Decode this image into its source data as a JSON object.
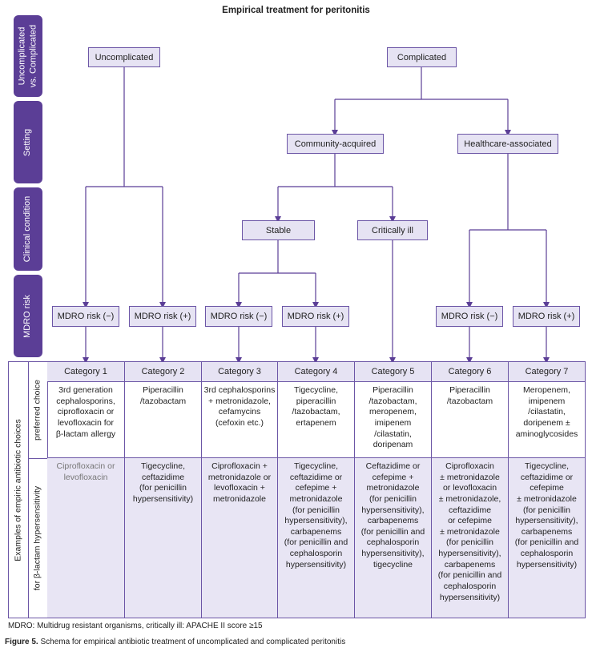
{
  "title": "Empirical treatment for peritonitis",
  "sidebar": {
    "row1": "Uncomplicated\nvs. Complicated",
    "row2": "Setting",
    "row3": "Clinical condition",
    "row4": "MDRO risk"
  },
  "nodes": {
    "uncomplicated": "Uncomplicated",
    "complicated": "Complicated",
    "community": "Community-acquired",
    "healthcare": "Healthcare-associated",
    "stable": "Stable",
    "critically_ill": "Critically ill",
    "mdro": [
      "MDRO risk (−)",
      "MDRO risk (+)",
      "MDRO risk (−)",
      "MDRO risk (+)",
      "MDRO risk (−)",
      "MDRO risk (+)"
    ]
  },
  "table": {
    "outer_label": "Examples of empiric antibiotic choices",
    "row_labels": [
      "preferred choice",
      "for β-lactam hypersensitivity"
    ],
    "categories": [
      "Category 1",
      "Category 2",
      "Category 3",
      "Category 4",
      "Category 5",
      "Category 6",
      "Category 7"
    ],
    "preferred": [
      "3rd generation\ncephalosporins,\nciprofloxacin or\nlevofloxacin for\nβ-lactam allergy",
      "Piperacillin\n/tazobactam",
      "3rd cephalosporins\n+ metronidazole,\ncefamycins\n(cefoxin etc.)",
      "Tigecycline,\npiperacillin\n/tazobactam,\nertapenem",
      "Piperacillin\n/tazobactam,\nmeropenem,\nimipenem\n/cilastatin,\ndoripenam",
      "Piperacillin\n/tazobactam",
      "Meropenem,\nimipenem\n/cilastatin,\ndoripenem ±\naminoglycosides"
    ],
    "hypersensitivity": [
      "Ciprofloxacin or\nlevofloxacin",
      "Tigecycline,\nceftazidime\n(for penicillin\nhypersensitivity)",
      "Ciprofloxacin +\nmetronidazole or\nlevofloxacin +\nmetronidazole",
      "Tigecycline,\nceftazidime or\ncefepime +\nmetronidazole\n(for penicillin\nhypersensitivity),\ncarbapenems\n(for penicillin and\ncephalosporin\nhypersensitivity)",
      "Ceftazidime or\ncefepime +\nmetronidazole\n(for penicillin\nhypersensitivity),\ncarbapenems\n(for penicillin and\ncephalosporin\nhypersensitivity),\ntigecycline",
      "Ciprofloxacin\n± metronidazole\nor levofloxacin\n± metronidazole,\nceftazidime\nor cefepime\n± metronidazole\n(for penicillin\nhypersensitivity),\ncarbapenems\n(for penicillin and\ncephalosporin\nhypersensitivity)",
      "Tigecycline,\nceftazidime or\ncefepime\n± metronidazole\n(for penicillin\nhypersensitivity),\ncarbapenems\n(for penicillin and\ncephalosporin\nhypersensitivity)"
    ]
  },
  "footnote": "MDRO: Multidrug resistant organisms, critically ill: APACHE II score ≥15",
  "caption": {
    "label": "Figure 5.",
    "text": " Schema for empirical antibiotic treatment of uncomplicated and complicated peritonitis"
  },
  "colors": {
    "sidebar": "#5b3e96",
    "node_fill": "#e6e3f3",
    "line": "#5b3e96"
  }
}
